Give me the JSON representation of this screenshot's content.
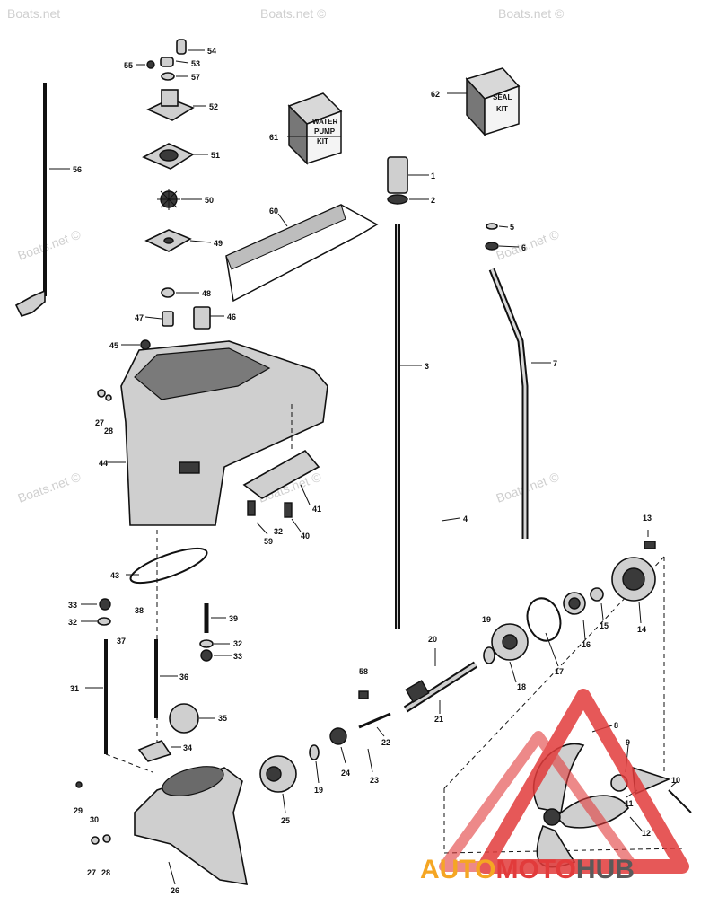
{
  "watermarks": [
    "Boats.net",
    "Boats.net ©",
    "Boats.net ©",
    "Boats.net ©",
    "Boats.net ©",
    "Boats.net ©",
    "Boats.net ©",
    "Boats.net ©"
  ],
  "kits": {
    "seal": [
      "SEAL",
      "KIT"
    ],
    "water_pump": [
      "WATER",
      "PUMP",
      "KIT"
    ]
  },
  "logo": {
    "part1": "AUTO",
    "part2": "MOTO",
    "part3": "HUB",
    "colors": {
      "red": "#e23b3b",
      "orange": "#f5a623",
      "gray": "#5a5a5a"
    }
  },
  "labels": {
    "l1": "1",
    "l2": "2",
    "l3": "3",
    "l4": "4",
    "l5": "5",
    "l6": "6",
    "l7": "7",
    "l8": "8",
    "l9": "9",
    "l10": "10",
    "l11": "11",
    "l12": "12",
    "l13": "13",
    "l14": "14",
    "l15": "15",
    "l16": "16",
    "l17": "17",
    "l18": "18",
    "l19a": "19",
    "l19b": "19",
    "l20": "20",
    "l21": "21",
    "l22": "22",
    "l23": "23",
    "l24": "24",
    "l25": "25",
    "l26": "26",
    "l27a": "27",
    "l27b": "27",
    "l28a": "28",
    "l28b": "28",
    "l29": "29",
    "l30": "30",
    "l31": "31",
    "l32a": "32",
    "l32b": "32",
    "l32c": "32",
    "l33a": "33",
    "l33b": "33",
    "l34": "34",
    "l35": "35",
    "l36": "36",
    "l37": "37",
    "l38": "38",
    "l39": "39",
    "l40": "40",
    "l41": "41",
    "l43": "43",
    "l44": "44",
    "l45": "45",
    "l46": "46",
    "l47": "47",
    "l48": "48",
    "l49": "49",
    "l50": "50",
    "l51": "51",
    "l52": "52",
    "l53": "53",
    "l54": "54",
    "l55": "55",
    "l56": "56",
    "l57": "57",
    "l58": "58",
    "l59": "59",
    "l60": "60",
    "l61": "61",
    "l62": "62"
  }
}
